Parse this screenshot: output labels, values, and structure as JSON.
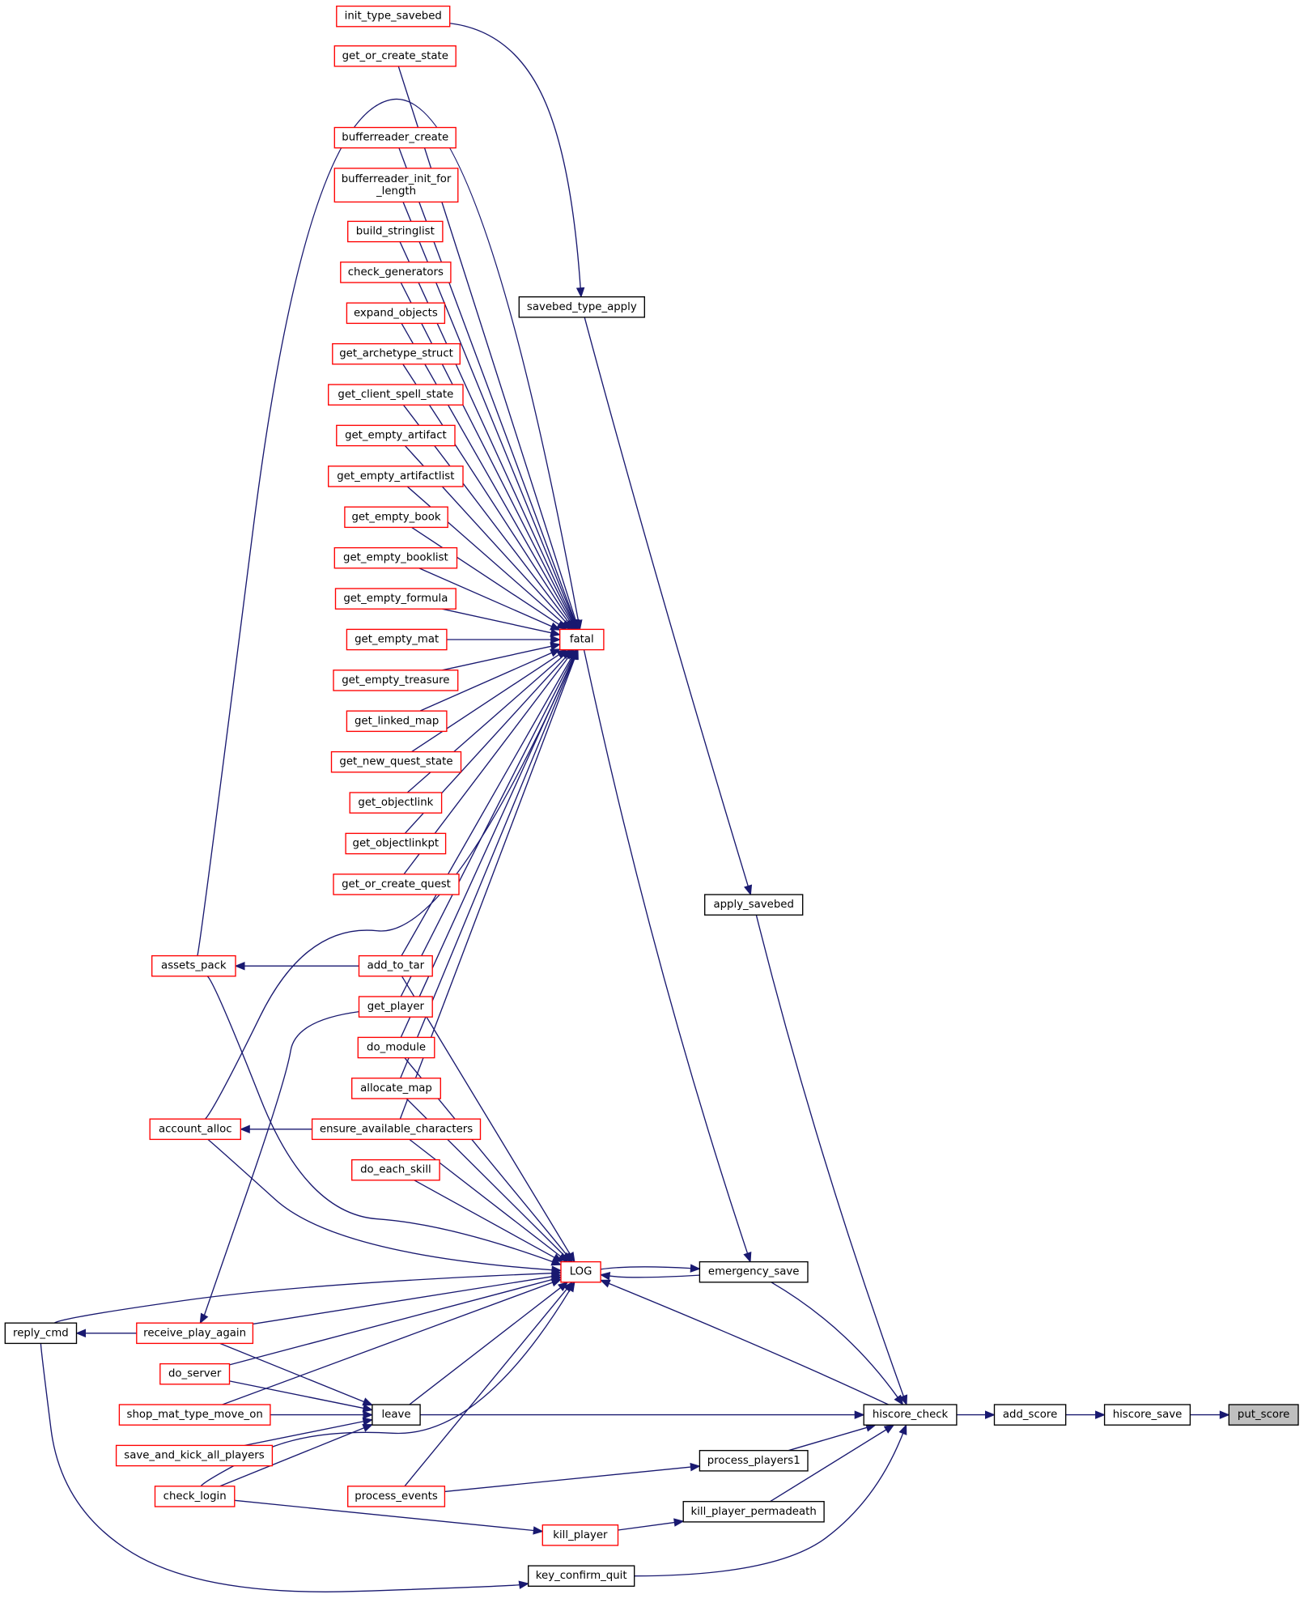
{
  "colors": {
    "edge": "#191970",
    "caller_truncated_border": "#ff0000",
    "caller_border": "#000000",
    "focus_fill": "#bfbfbf"
  },
  "nodes": [
    {
      "id": "init_type_savebed",
      "label": "init_type_savebed",
      "style": "red"
    },
    {
      "id": "get_or_create_state",
      "label": "get_or_create_state",
      "style": "red"
    },
    {
      "id": "bufferreader_create",
      "label": "bufferreader_create",
      "style": "red"
    },
    {
      "id": "bufferreader_init_for_length",
      "label": "bufferreader_init_for\n_length",
      "style": "red"
    },
    {
      "id": "build_stringlist",
      "label": "build_stringlist",
      "style": "red"
    },
    {
      "id": "check_generators",
      "label": "check_generators",
      "style": "red"
    },
    {
      "id": "expand_objects",
      "label": "expand_objects",
      "style": "red"
    },
    {
      "id": "get_archetype_struct",
      "label": "get_archetype_struct",
      "style": "red"
    },
    {
      "id": "get_client_spell_state",
      "label": "get_client_spell_state",
      "style": "red"
    },
    {
      "id": "get_empty_artifact",
      "label": "get_empty_artifact",
      "style": "red"
    },
    {
      "id": "get_empty_artifactlist",
      "label": "get_empty_artifactlist",
      "style": "red"
    },
    {
      "id": "get_empty_book",
      "label": "get_empty_book",
      "style": "red"
    },
    {
      "id": "get_empty_booklist",
      "label": "get_empty_booklist",
      "style": "red"
    },
    {
      "id": "get_empty_formula",
      "label": "get_empty_formula",
      "style": "red"
    },
    {
      "id": "get_empty_mat",
      "label": "get_empty_mat",
      "style": "red"
    },
    {
      "id": "get_empty_treasure",
      "label": "get_empty_treasure",
      "style": "red"
    },
    {
      "id": "get_linked_map",
      "label": "get_linked_map",
      "style": "red"
    },
    {
      "id": "get_new_quest_state",
      "label": "get_new_quest_state",
      "style": "red"
    },
    {
      "id": "get_objectlink",
      "label": "get_objectlink",
      "style": "red"
    },
    {
      "id": "get_objectlinkpt",
      "label": "get_objectlinkpt",
      "style": "red"
    },
    {
      "id": "get_or_create_quest",
      "label": "get_or_create_quest",
      "style": "red"
    },
    {
      "id": "savebed_type_apply",
      "label": "savebed_type_apply",
      "style": "black"
    },
    {
      "id": "fatal",
      "label": "fatal",
      "style": "red"
    },
    {
      "id": "apply_savebed",
      "label": "apply_savebed",
      "style": "black"
    },
    {
      "id": "assets_pack",
      "label": "assets_pack",
      "style": "red"
    },
    {
      "id": "add_to_tar",
      "label": "add_to_tar",
      "style": "red"
    },
    {
      "id": "get_player",
      "label": "get_player",
      "style": "red"
    },
    {
      "id": "do_module",
      "label": "do_module",
      "style": "red"
    },
    {
      "id": "allocate_map",
      "label": "allocate_map",
      "style": "red"
    },
    {
      "id": "account_alloc",
      "label": "account_alloc",
      "style": "red"
    },
    {
      "id": "ensure_available_characters",
      "label": "ensure_available_characters",
      "style": "red"
    },
    {
      "id": "do_each_skill",
      "label": "do_each_skill",
      "style": "red"
    },
    {
      "id": "LOG",
      "label": "LOG",
      "style": "red"
    },
    {
      "id": "emergency_save",
      "label": "emergency_save",
      "style": "black"
    },
    {
      "id": "reply_cmd",
      "label": "reply_cmd",
      "style": "black"
    },
    {
      "id": "receive_play_again",
      "label": "receive_play_again",
      "style": "red"
    },
    {
      "id": "do_server",
      "label": "do_server",
      "style": "red"
    },
    {
      "id": "shop_mat_type_move_on",
      "label": "shop_mat_type_move_on",
      "style": "red"
    },
    {
      "id": "leave",
      "label": "leave",
      "style": "black"
    },
    {
      "id": "hiscore_check",
      "label": "hiscore_check",
      "style": "black"
    },
    {
      "id": "add_score",
      "label": "add_score",
      "style": "black"
    },
    {
      "id": "hiscore_save",
      "label": "hiscore_save",
      "style": "black"
    },
    {
      "id": "put_score",
      "label": "put_score",
      "style": "focus"
    },
    {
      "id": "save_and_kick_all_players",
      "label": "save_and_kick_all_players",
      "style": "red"
    },
    {
      "id": "process_players1",
      "label": "process_players1",
      "style": "black"
    },
    {
      "id": "check_login",
      "label": "check_login",
      "style": "red"
    },
    {
      "id": "process_events",
      "label": "process_events",
      "style": "red"
    },
    {
      "id": "kill_player_permadeath",
      "label": "kill_player_permadeath",
      "style": "black"
    },
    {
      "id": "kill_player",
      "label": "kill_player",
      "style": "red"
    },
    {
      "id": "key_confirm_quit",
      "label": "key_confirm_quit",
      "style": "black"
    }
  ],
  "edges": [
    [
      "init_type_savebed",
      "savebed_type_apply"
    ],
    [
      "get_or_create_state",
      "fatal"
    ],
    [
      "bufferreader_create",
      "fatal"
    ],
    [
      "bufferreader_init_for_length",
      "fatal"
    ],
    [
      "build_stringlist",
      "fatal"
    ],
    [
      "check_generators",
      "fatal"
    ],
    [
      "expand_objects",
      "fatal"
    ],
    [
      "get_archetype_struct",
      "fatal"
    ],
    [
      "get_client_spell_state",
      "fatal"
    ],
    [
      "get_empty_artifact",
      "fatal"
    ],
    [
      "get_empty_artifactlist",
      "fatal"
    ],
    [
      "get_empty_book",
      "fatal"
    ],
    [
      "get_empty_booklist",
      "fatal"
    ],
    [
      "get_empty_formula",
      "fatal"
    ],
    [
      "get_empty_mat",
      "fatal"
    ],
    [
      "get_empty_treasure",
      "fatal"
    ],
    [
      "get_linked_map",
      "fatal"
    ],
    [
      "get_new_quest_state",
      "fatal"
    ],
    [
      "get_objectlink",
      "fatal"
    ],
    [
      "get_objectlinkpt",
      "fatal"
    ],
    [
      "get_or_create_quest",
      "fatal"
    ],
    [
      "assets_pack",
      "fatal"
    ],
    [
      "add_to_tar",
      "fatal"
    ],
    [
      "get_player",
      "fatal"
    ],
    [
      "do_module",
      "fatal"
    ],
    [
      "allocate_map",
      "fatal"
    ],
    [
      "account_alloc",
      "fatal"
    ],
    [
      "ensure_available_characters",
      "fatal"
    ],
    [
      "savebed_type_apply",
      "apply_savebed"
    ],
    [
      "fatal",
      "emergency_save"
    ],
    [
      "apply_savebed",
      "hiscore_check"
    ],
    [
      "add_to_tar",
      "assets_pack"
    ],
    [
      "ensure_available_characters",
      "account_alloc"
    ],
    [
      "get_player",
      "receive_play_again"
    ],
    [
      "add_to_tar",
      "LOG"
    ],
    [
      "do_module",
      "LOG"
    ],
    [
      "allocate_map",
      "LOG"
    ],
    [
      "ensure_available_characters",
      "LOG"
    ],
    [
      "do_each_skill",
      "LOG"
    ],
    [
      "assets_pack",
      "LOG"
    ],
    [
      "account_alloc",
      "LOG"
    ],
    [
      "reply_cmd",
      "LOG"
    ],
    [
      "emergency_save",
      "LOG"
    ],
    [
      "LOG",
      "emergency_save"
    ],
    [
      "hiscore_check",
      "LOG"
    ],
    [
      "receive_play_again",
      "LOG"
    ],
    [
      "do_server",
      "LOG"
    ],
    [
      "shop_mat_type_move_on",
      "LOG"
    ],
    [
      "leave",
      "LOG"
    ],
    [
      "check_login",
      "LOG"
    ],
    [
      "process_events",
      "LOG"
    ],
    [
      "emergency_save",
      "hiscore_check"
    ],
    [
      "receive_play_again",
      "reply_cmd"
    ],
    [
      "receive_play_again",
      "leave"
    ],
    [
      "do_server",
      "leave"
    ],
    [
      "shop_mat_type_move_on",
      "leave"
    ],
    [
      "save_and_kick_all_players",
      "leave"
    ],
    [
      "check_login",
      "leave"
    ],
    [
      "leave",
      "hiscore_check"
    ],
    [
      "hiscore_check",
      "add_score"
    ],
    [
      "add_score",
      "hiscore_save"
    ],
    [
      "hiscore_save",
      "put_score"
    ],
    [
      "process_players1",
      "hiscore_check"
    ],
    [
      "process_events",
      "process_players1"
    ],
    [
      "kill_player_permadeath",
      "hiscore_check"
    ],
    [
      "kill_player",
      "kill_player_permadeath"
    ],
    [
      "check_login",
      "kill_player"
    ],
    [
      "key_confirm_quit",
      "hiscore_check"
    ],
    [
      "reply_cmd",
      "key_confirm_quit"
    ]
  ]
}
